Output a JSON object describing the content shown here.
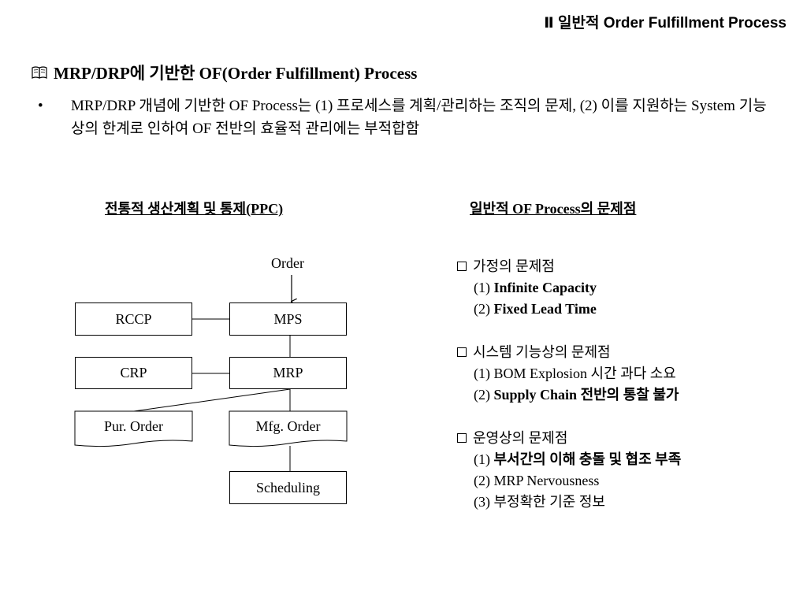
{
  "header": {
    "title": "Ⅱ 일반적 Order Fulfillment Process"
  },
  "section": {
    "book_icon": "book-icon",
    "title": "MRP/DRP에 기반한 OF(Order Fulfillment) Process"
  },
  "bullet": {
    "marker": "•",
    "text": "MRP/DRP 개념에 기반한 OF Process는 (1) 프로세스를 계획/관리하는 조직의 문제, (2) 이를 지원하는 System 기능상의 한계로 인하여 OF 전반의 효율적 관리에는 부적합함"
  },
  "left_column": {
    "title": "전통적 생산계획 및 통제(PPC)",
    "diagram": {
      "order_label": "Order",
      "boxes": {
        "rccp": "RCCP",
        "mps": "MPS",
        "crp": "CRP",
        "mrp": "MRP",
        "pur_order": "Pur. Order",
        "mfg_order": "Mfg. Order",
        "scheduling": "Scheduling"
      }
    }
  },
  "right_column": {
    "title": "일반적 OF Process의 문제점",
    "groups": [
      {
        "heading": "가정의 문제점",
        "items": [
          {
            "prefix": "(1) ",
            "text": "Infinite Capacity"
          },
          {
            "prefix": "(2) ",
            "text": "Fixed Lead Time"
          }
        ]
      },
      {
        "heading": "시스템 기능상의 문제점",
        "items": [
          {
            "prefix": "(1) ",
            "text": "BOM Explosion 시간 과다 소요"
          },
          {
            "prefix": "(2) ",
            "text": "Supply Chain 전반의 통찰 불가"
          }
        ]
      },
      {
        "heading": "운영상의 문제점",
        "items": [
          {
            "prefix": "(1) ",
            "text": "부서간의 이해 충돌 및 협조 부족"
          },
          {
            "prefix": "(2) ",
            "text": "MRP Nervousness"
          },
          {
            "prefix": "(3) ",
            "text": "부정확한 기준 정보"
          }
        ]
      }
    ]
  }
}
